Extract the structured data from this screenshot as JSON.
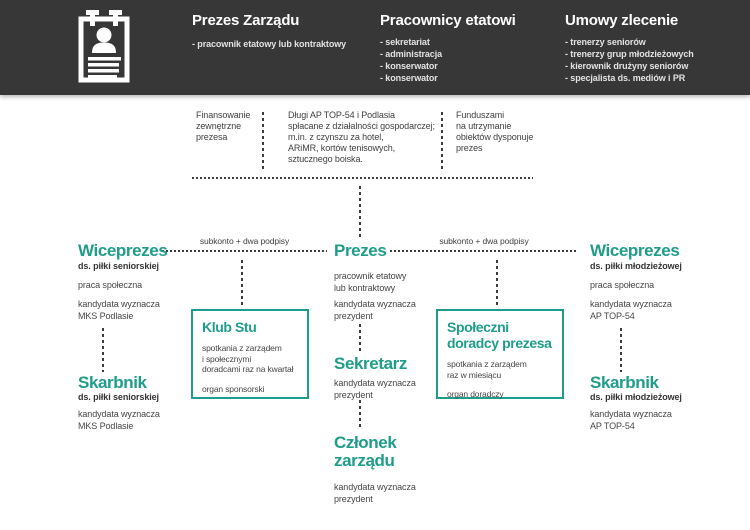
{
  "colors": {
    "header_bg": "#373737",
    "accent_teal": "#1f9d8b",
    "text": "#3f3f3f"
  },
  "header": {
    "icon": "person-id-card-icon",
    "col1_title": "Prezes Zarządu",
    "col1_sub": "- pracownik etatowy lub kontraktowy",
    "col2_title": "Pracownicy etatowi",
    "col2_items": [
      "- sekretariat",
      "- administracja",
      "- konserwator",
      "- konserwator"
    ],
    "col3_title": "Umowy zlecenie",
    "col3_items": [
      "- trenerzy seniorów",
      "- trenerzy grup młodzieżowych",
      "- kierownik drużyny seniorów",
      "- specjalista ds. mediów i PR"
    ]
  },
  "finance_notes": {
    "left": "Finansowanie\nzewnętrzne\nprezesa",
    "center": "Długi AP TOP-54 i Podlasia\nspłacane z działalności gospodarczej;\nm.in. z czynszu za hotel,\nARiMR, kortów tenisowych,\nsztucznego boiska.",
    "right": "Funduszami\nna utrzymanie\nobiektów dysponuje\nprezes"
  },
  "connectors": {
    "left_label": "subkonto + dwa podpisy",
    "right_label": "subkonto + dwa podpisy"
  },
  "org": {
    "vice_left": {
      "title": "Wiceprezes",
      "subtitle": "ds. piłki seniorskiej",
      "line1": "praca społeczna",
      "line2": "kandydata wyznacza\nMKS Podlasie"
    },
    "skarbnik_left": {
      "title": "Skarbnik",
      "subtitle": "ds. piłki seniorskiej",
      "line2": "kandydata wyznacza\nMKS Podlasie"
    },
    "prezes": {
      "title": "Prezes",
      "line1": "pracownik etatowy\nlub kontraktowy",
      "line2": "kandydata wyznacza\nprezydent"
    },
    "sekretarz": {
      "title": "Sekretarz",
      "line2": "kandydata wyznacza\nprezydent"
    },
    "czlonek": {
      "title": "Członek\nzarządu",
      "line2": "kandydata wyznacza\nprezydent"
    },
    "vice_right": {
      "title": "Wiceprezes",
      "subtitle": "ds. piłki młodzieżowej",
      "line1": "praca społeczna",
      "line2": "kandydata wyznacza\nAP TOP-54"
    },
    "skarbnik_right": {
      "title": "Skarbnik",
      "subtitle": "ds. piłki młodzieżowej",
      "line2": "kandydata wyznacza\nAP TOP-54"
    }
  },
  "boxes": {
    "klub_stu": {
      "title": "Klub Stu",
      "body": "spotkania z zarządem\ni społecznymi\ndoradcami raz na kwartał",
      "footer": "organ sponsorski"
    },
    "doradcy": {
      "title": "Społeczni\ndoradcy prezesa",
      "body": "spotkania z zarządem\nraz w miesiącu",
      "footer": "organ doradczy"
    }
  }
}
